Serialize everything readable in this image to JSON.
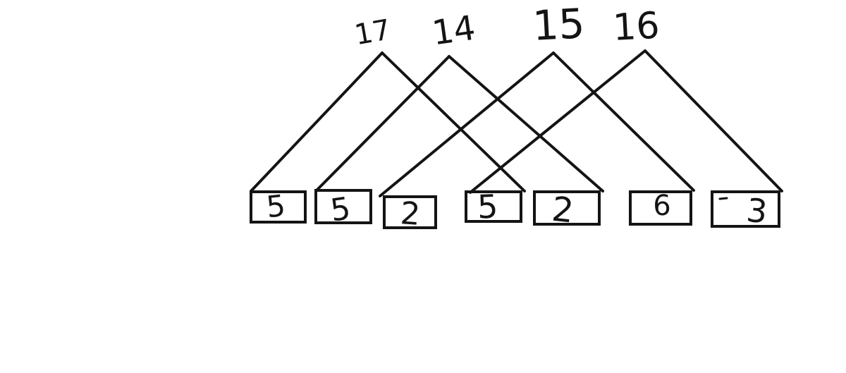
{
  "colors": {
    "background": "#ffffff",
    "ink": "#141414"
  },
  "top_numbers": [
    {
      "label": "17"
    },
    {
      "label": "14"
    },
    {
      "label": "15"
    },
    {
      "label": "16"
    }
  ],
  "boxes": [
    {
      "index": 1,
      "value": "5"
    },
    {
      "index": 2,
      "value": "5"
    },
    {
      "index": 3,
      "value": "2"
    },
    {
      "index": 4,
      "value": "5"
    },
    {
      "index": 5,
      "value": "2"
    },
    {
      "index": 6,
      "value": "6"
    },
    {
      "index": 7,
      "value": "3"
    }
  ],
  "connections": [
    {
      "from": "17",
      "to_box_index": 1
    },
    {
      "from": "17",
      "to_box_index": 4
    },
    {
      "from": "14",
      "to_box_index": 2
    },
    {
      "from": "14",
      "to_box_index": 5
    },
    {
      "from": "15",
      "to_box_index": 3
    },
    {
      "from": "15",
      "to_box_index": 6
    },
    {
      "from": "16",
      "to_box_index": 4
    },
    {
      "from": "16",
      "to_box_index": 7
    }
  ]
}
